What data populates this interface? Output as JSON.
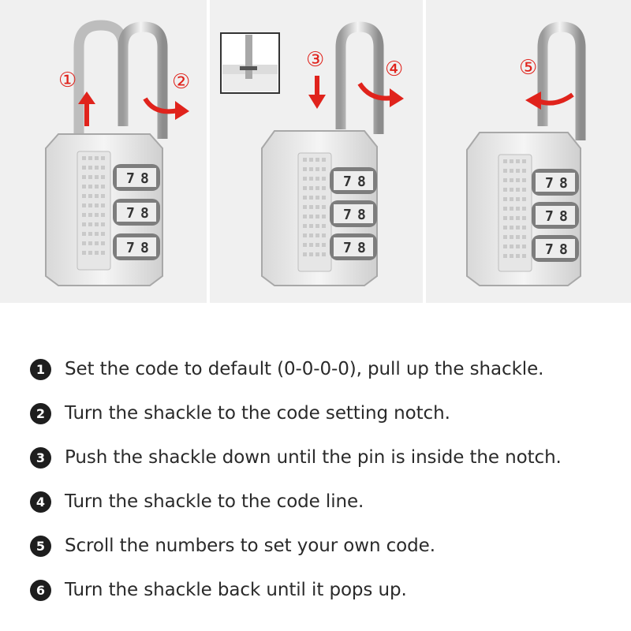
{
  "colors": {
    "arrow": "#e0231c",
    "panel_bg": "#f0f0f0",
    "badge": "#1e1e1e",
    "text": "#2a2a2a"
  },
  "panels": [
    {
      "dial_digits": [
        "7",
        "8"
      ],
      "markers": [
        {
          "label": "①",
          "direction": "up-arrow"
        },
        {
          "label": "②",
          "direction": "curved-right-arrow"
        }
      ]
    },
    {
      "dial_digits": [
        "7",
        "8"
      ],
      "inset": "notch-close-up",
      "markers": [
        {
          "label": "③",
          "direction": "down-arrow"
        },
        {
          "label": "④",
          "direction": "curved-right-arrow"
        }
      ]
    },
    {
      "dial_digits": [
        "7",
        "8"
      ],
      "markers": [
        {
          "label": "⑤",
          "direction": "curved-left-arrow"
        }
      ]
    }
  ],
  "steps": [
    {
      "badge": "1",
      "text": "Set the code to default (0-0-0-0), pull up the shackle."
    },
    {
      "badge": "2",
      "text": "Turn the shackle to the code setting notch."
    },
    {
      "badge": "3",
      "text": "Push the shackle down until the pin is inside the notch."
    },
    {
      "badge": "4",
      "text": "Turn the shackle to the code line."
    },
    {
      "badge": "5",
      "text": "Scroll the numbers to set your own code."
    },
    {
      "badge": "6",
      "text": "Turn the shackle back until it pops up."
    }
  ]
}
